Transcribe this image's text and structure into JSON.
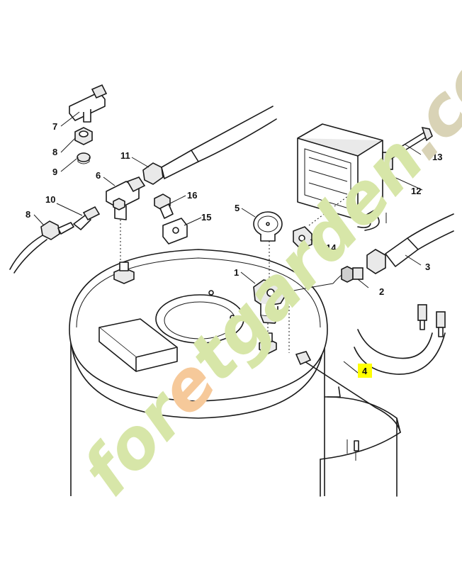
{
  "diagram": {
    "callouts": [
      {
        "id": "c1",
        "label": "1"
      },
      {
        "id": "c2",
        "label": "2"
      },
      {
        "id": "c3",
        "label": "3"
      },
      {
        "id": "c4",
        "label": "4",
        "highlight": true
      },
      {
        "id": "c5",
        "label": "5"
      },
      {
        "id": "c6",
        "label": "6"
      },
      {
        "id": "c7",
        "label": "7"
      },
      {
        "id": "c8a",
        "label": "8"
      },
      {
        "id": "c8b",
        "label": "8"
      },
      {
        "id": "c9",
        "label": "9"
      },
      {
        "id": "c10",
        "label": "10"
      },
      {
        "id": "c11",
        "label": "11"
      },
      {
        "id": "c12",
        "label": "12"
      },
      {
        "id": "c13",
        "label": "13"
      },
      {
        "id": "c14",
        "label": "14"
      },
      {
        "id": "c15",
        "label": "15"
      },
      {
        "id": "c16",
        "label": "16"
      }
    ],
    "highlight_color": "#ffff00",
    "watermark": {
      "segments": [
        {
          "text": "for",
          "color": "#d7e6a8"
        },
        {
          "text": "e",
          "color": "#f6c99a"
        },
        {
          "text": "tgarden",
          "color": "#d7e6a8"
        },
        {
          "text": ".com",
          "color": "#d9d3b6"
        }
      ]
    }
  }
}
